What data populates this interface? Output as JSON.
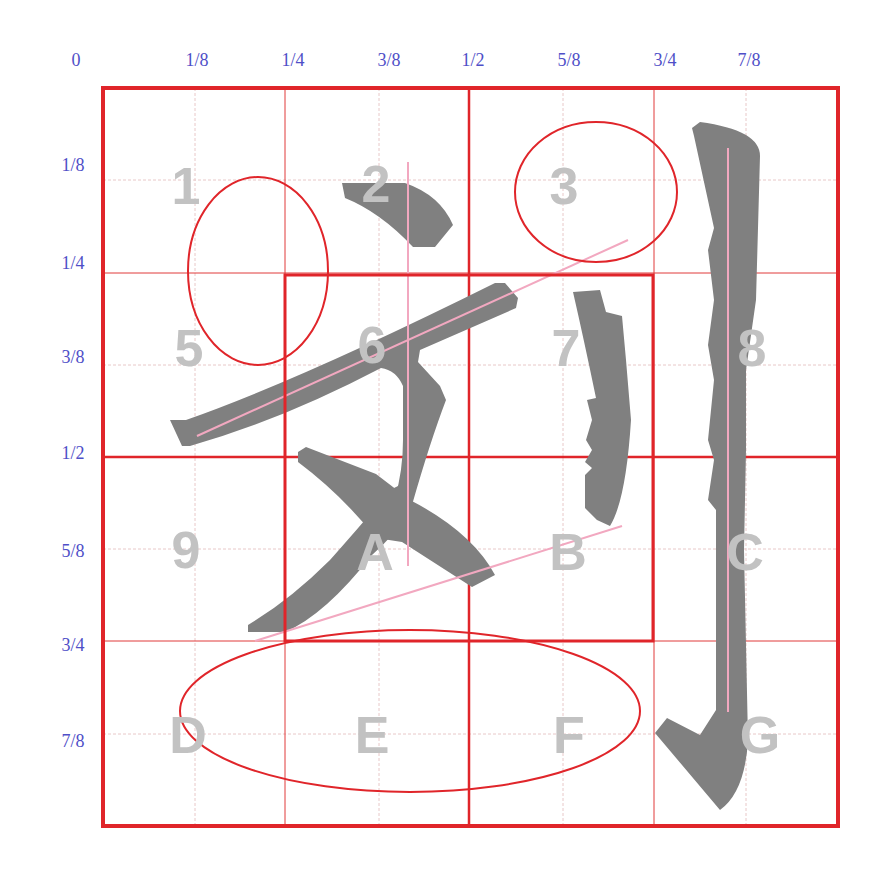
{
  "diagram": {
    "labels": [
      "0",
      "1/8",
      "1/4",
      "3/8",
      "1/2",
      "5/8",
      "3/4",
      "7/8",
      "1/8",
      "1/4",
      "3/8",
      "1/2",
      "5/8",
      "3/4",
      "7/8",
      "1",
      "2",
      "3",
      "5",
      "6",
      "7",
      "8",
      "9",
      "A",
      "B",
      "C",
      "D",
      "E",
      "F",
      "G"
    ]
  }
}
